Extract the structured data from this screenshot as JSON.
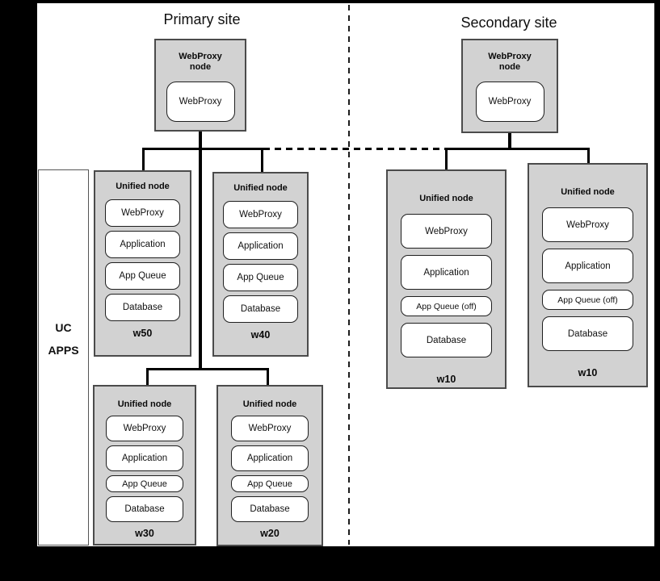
{
  "diagram": {
    "group_label": {
      "line1": "UC",
      "line2": "APPS"
    },
    "colors": {
      "frame": "#000000",
      "canvas": "#ffffff",
      "node_fill": "#d2d2d2",
      "node_border": "#4b4b4b",
      "connector": "#000000"
    },
    "sites": [
      {
        "title": "Primary site",
        "proxy_node": {
          "title_line1": "WebProxy",
          "title_line2": "node",
          "module": "WebProxy"
        },
        "unified_nodes": [
          {
            "title": "Unified node",
            "modules": [
              "WebProxy",
              "Application",
              "App Queue",
              "Database"
            ],
            "label": "w50"
          },
          {
            "title": "Unified node",
            "modules": [
              "WebProxy",
              "Application",
              "App Queue",
              "Database"
            ],
            "label": "w40"
          },
          {
            "title": "Unified node",
            "modules": [
              "WebProxy",
              "Application",
              "App Queue",
              "Database"
            ],
            "label": "w30"
          },
          {
            "title": "Unified node",
            "modules": [
              "WebProxy",
              "Application",
              "App Queue",
              "Database"
            ],
            "label": "w20"
          }
        ]
      },
      {
        "title": "Secondary site",
        "proxy_node": {
          "title_line1": "WebProxy",
          "title_line2": "node",
          "module": "WebProxy"
        },
        "unified_nodes": [
          {
            "title": "Unified node",
            "modules": [
              "WebProxy",
              "Application",
              "App Queue (off)",
              "Database"
            ],
            "label": "w10"
          },
          {
            "title": "Unified node",
            "modules": [
              "WebProxy",
              "Application",
              "App Queue (off)",
              "Database"
            ],
            "label": "w10"
          }
        ]
      }
    ]
  }
}
